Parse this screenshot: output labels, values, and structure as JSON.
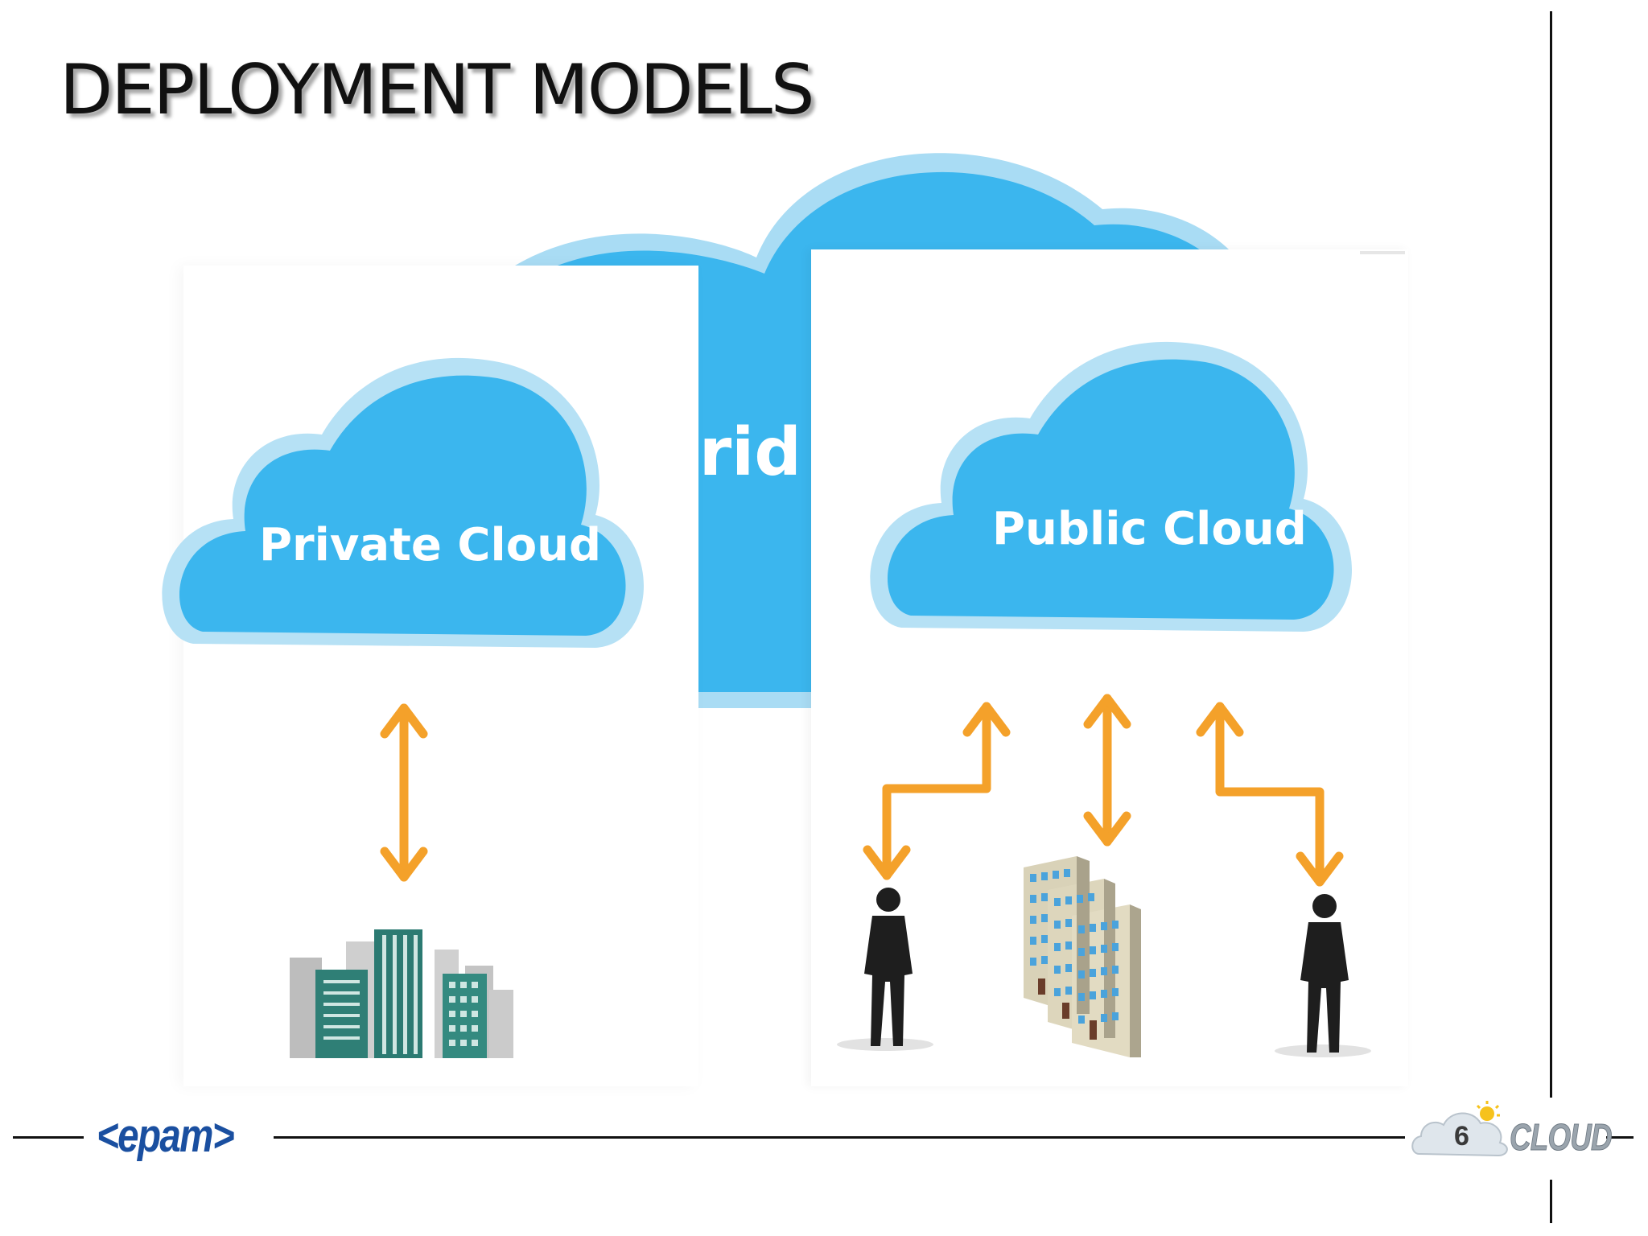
{
  "slide": {
    "title": "DEPLOYMENT MODELS",
    "page_number": "6"
  },
  "clouds": {
    "hybrid_partial_label": "brid c",
    "private_label": "Private Cloud",
    "public_label": "Public Cloud"
  },
  "footer": {
    "logo_text": "<epam>",
    "brand_word": "CLOUD"
  },
  "colors": {
    "cloud_blue": "#3bb6ee",
    "cloud_rim": "#a9dcf4",
    "arrow_orange": "#f4a12a",
    "silhouette": "#1e1e1e"
  },
  "icons": [
    "city-buildings-icon",
    "office-tower-icon",
    "person-silhouette-icon",
    "orange-double-arrow-icon"
  ]
}
